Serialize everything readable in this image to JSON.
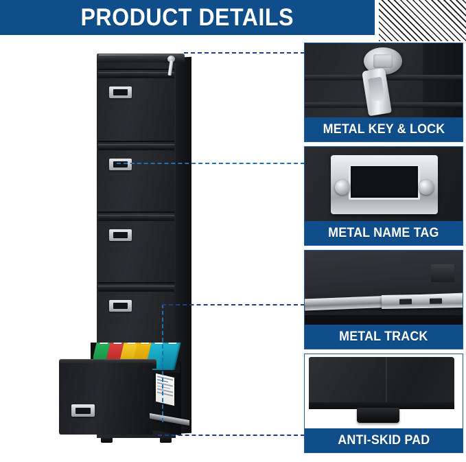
{
  "header": {
    "title": "PRODUCT DETAILS",
    "banner_color": "#0f4e8a",
    "hatch_pattern": "diagonal-stripes"
  },
  "colors": {
    "brand_blue": "#0f4e8a",
    "panel_border": "#1d5a9e",
    "connector_dark": "#1d3f87",
    "connector_light": "#1f6fb8",
    "cabinet_black": "#232529",
    "metal_silver": "#c9ccd0"
  },
  "product": {
    "name": "5-drawer vertical metal file cabinet",
    "drawer_count": 5,
    "open_drawer_index": 5,
    "folder_colors": [
      "#1f9e4a",
      "#d32f2f",
      "#f2c200",
      "#e8b400",
      "#14b0c9",
      "#1a9fbd"
    ],
    "features": [
      "metal-key-lock",
      "metal-name-tag",
      "metal-track",
      "anti-skid-pad"
    ]
  },
  "panels": [
    {
      "id": "metal-key-lock",
      "label": "METAL KEY & LOCK",
      "image_alt": "Chrome key inserted into cabinet lock cylinder"
    },
    {
      "id": "metal-name-tag",
      "label": "METAL NAME TAG",
      "image_alt": "Silver metal name tag card holder with two knobs"
    },
    {
      "id": "metal-track",
      "label": "METAL TRACK",
      "image_alt": "Ball-bearing metal drawer slide rail"
    },
    {
      "id": "anti-skid-pad",
      "label": "ANTI-SKID PAD",
      "image_alt": "Black anti-skid foot pad under cabinet corner"
    }
  ],
  "connectors": [
    {
      "id": "lock-connector",
      "from": "cabinet-lock",
      "to": "metal-key-lock"
    },
    {
      "id": "nametag-connector",
      "from": "drawer-name-tag",
      "to": "metal-name-tag"
    },
    {
      "id": "track-connector",
      "from": "drawer-slide",
      "to": "metal-track"
    },
    {
      "id": "pad-connector",
      "from": "cabinet-foot",
      "to": "anti-skid-pad"
    }
  ]
}
